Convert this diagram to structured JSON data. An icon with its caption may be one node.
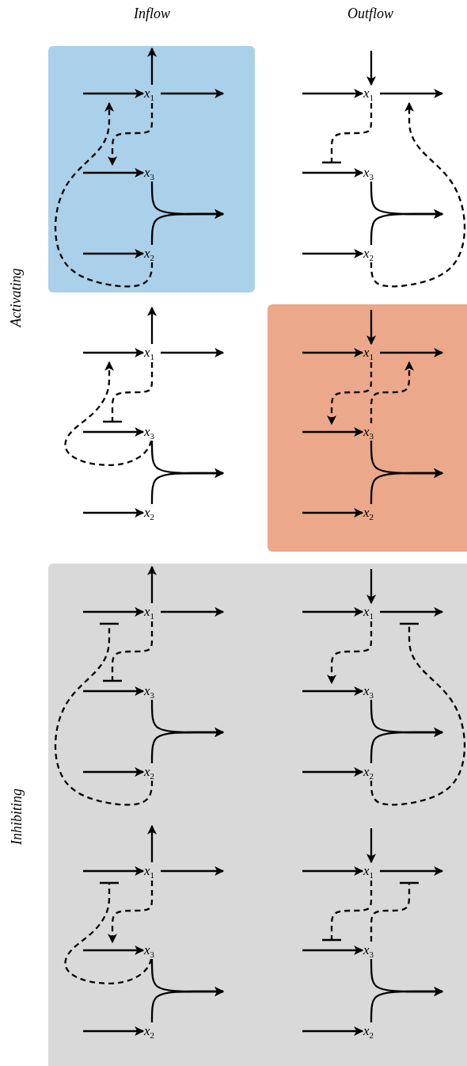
{
  "diagram": {
    "nodes": [
      {
        "text": [
          "*x*$_{1}$"
        ]
      },
      {
        "text": [
          "*x*$_{3}$"
        ]
      },
      {
        "text": [
          "*x*$_{2}$"
        ]
      },
      {
        "text": [
          "*x*$_{1}$"
        ]
      },
      {
        "text": [
          "*x*$_{3}$"
        ]
      },
      {
        "text": [
          "*x*$_{2}$"
        ]
      },
      {
        "text": [
          "*x*$_{1}$"
        ]
      },
      {
        "text": [
          "*x*$_{3}$"
        ]
      },
      {
        "text": [
          "*x*$_{2}$"
        ]
      },
      {
        "text": [
          "*x*$_{1}$"
        ]
      },
      {
        "text": [
          "*x*$_{3}$"
        ]
      },
      {
        "text": [
          "*x*$_{2}$"
        ]
      },
      {
        "text": [
          "*x*$_{1}$"
        ]
      },
      {
        "text": [
          "*x*$_{3}$"
        ]
      },
      {
        "text": [
          "*x*$_{2}$"
        ]
      },
      {
        "text": [
          "*x*$_{1}$"
        ]
      },
      {
        "text": [
          "*x*$_{3}$"
        ]
      },
      {
        "text": [
          "*x*$_{2}$"
        ]
      },
      {
        "text": [
          "*x*$_{1}$"
        ]
      },
      {
        "text": [
          "*x*$_{3}$"
        ]
      },
      {
        "text": [
          "*x*$_{2}$"
        ]
      },
      {
        "text": [
          "*x*$_{1}$"
        ]
      },
      {
        "text": [
          "*x*$_{3}$"
        ]
      },
      {
        "text": [
          "*x*$_{2}$"
        ]
      }
    ],
    "edges": [
      {
        "from": null,
        "to": 0,
        "arrow": "to"
      },
      {
        "from": 0,
        "to": null,
        "arrow": "to"
      },
      {
        "from": 0,
        "to": null,
        "arrow": "to"
      },
      {
        "from": null,
        "to": 1,
        "arrow": "to"
      },
      {
        "from": null,
        "to": 2,
        "arrow": "to"
      },
      {
        "from": 1,
        "to": null,
        "arrow": "to"
      },
      {
        "from": 2,
        "to": null,
        "arrow": "to"
      },
      {
        "from": 0,
        "to": 1,
        "arrow": "to",
        "style": "dashed"
      },
      {
        "from": 2,
        "to": 0,
        "arrow": "to",
        "style": "dashed"
      },
      {
        "from": null,
        "to": 3,
        "arrow": "to"
      },
      {
        "from": 3,
        "to": null,
        "arrow": "to"
      },
      {
        "from": null,
        "to": 3,
        "arrow": "to"
      },
      {
        "from": null,
        "to": 4,
        "arrow": "to"
      },
      {
        "from": null,
        "to": 5,
        "arrow": "to"
      },
      {
        "from": 4,
        "to": null,
        "arrow": "to"
      },
      {
        "from": 5,
        "to": null,
        "arrow": "to"
      },
      {
        "from": 3,
        "to": 4,
        "arrow": "other",
        "style": "dashed"
      },
      {
        "from": 5,
        "to": 3,
        "arrow": "to",
        "style": "dashed"
      },
      {
        "from": null,
        "to": 6,
        "arrow": "to"
      },
      {
        "from": 6,
        "to": null,
        "arrow": "to"
      },
      {
        "from": 6,
        "to": null,
        "arrow": "to"
      },
      {
        "from": null,
        "to": 7,
        "arrow": "to"
      },
      {
        "from": null,
        "to": 8,
        "arrow": "to"
      },
      {
        "from": 7,
        "to": null,
        "arrow": "to"
      },
      {
        "from": 8,
        "to": null,
        "arrow": "to"
      },
      {
        "from": 6,
        "to": 7,
        "arrow": "other",
        "style": "dashed"
      },
      {
        "from": 7,
        "to": 6,
        "arrow": "to",
        "style": "dashed"
      },
      {
        "from": null,
        "to": 9,
        "arrow": "to"
      },
      {
        "from": 9,
        "to": null,
        "arrow": "to"
      },
      {
        "from": null,
        "to": 9,
        "arrow": "to"
      },
      {
        "from": null,
        "to": 10,
        "arrow": "to"
      },
      {
        "from": null,
        "to": 11,
        "arrow": "to"
      },
      {
        "from": 10,
        "to": null,
        "arrow": "to"
      },
      {
        "from": 11,
        "to": null,
        "arrow": "to"
      },
      {
        "from": 9,
        "to": 10,
        "arrow": "to",
        "style": "dashed"
      },
      {
        "from": 10,
        "to": 9,
        "arrow": "to",
        "style": "dashed"
      },
      {
        "from": null,
        "to": 12,
        "arrow": "to"
      },
      {
        "from": 12,
        "to": null,
        "arrow": "to"
      },
      {
        "from": 12,
        "to": null,
        "arrow": "to"
      },
      {
        "from": null,
        "to": 13,
        "arrow": "to"
      },
      {
        "from": null,
        "to": 14,
        "arrow": "to"
      },
      {
        "from": 13,
        "to": null,
        "arrow": "to"
      },
      {
        "from": 14,
        "to": null,
        "arrow": "to"
      },
      {
        "from": 12,
        "to": 13,
        "arrow": "other",
        "style": "dashed"
      },
      {
        "from": 14,
        "to": 12,
        "arrow": "other",
        "style": "dashed"
      },
      {
        "from": null,
        "to": 15,
        "arrow": "to"
      },
      {
        "from": 15,
        "to": null,
        "arrow": "to"
      },
      {
        "from": null,
        "to": 15,
        "arrow": "to"
      },
      {
        "from": null,
        "to": 16,
        "arrow": "to"
      },
      {
        "from": null,
        "to": 17,
        "arrow": "to"
      },
      {
        "from": 16,
        "to": null,
        "arrow": "to"
      },
      {
        "from": 17,
        "to": null,
        "arrow": "to"
      },
      {
        "from": 15,
        "to": 16,
        "arrow": "to",
        "style": "dashed"
      },
      {
        "from": 17,
        "to": 15,
        "arrow": "other",
        "style": "dashed"
      },
      {
        "from": null,
        "to": 18,
        "arrow": "to"
      },
      {
        "from": 18,
        "to": null,
        "arrow": "to"
      },
      {
        "from": 18,
        "to": null,
        "arrow": "to"
      },
      {
        "from": null,
        "to": 19,
        "arrow": "to"
      },
      {
        "from": null,
        "to": 20,
        "arrow": "to"
      },
      {
        "from": 19,
        "to": null,
        "arrow": "to"
      },
      {
        "from": 20,
        "to": null,
        "arrow": "to"
      },
      {
        "from": 18,
        "to": 19,
        "arrow": "to",
        "style": "dashed"
      },
      {
        "from": 19,
        "to": 18,
        "arrow": "other",
        "style": "dashed"
      },
      {
        "from": null,
        "to": 21,
        "arrow": "to"
      },
      {
        "from": 21,
        "to": null,
        "arrow": "to"
      },
      {
        "from": null,
        "to": 21,
        "arrow": "to"
      },
      {
        "from": null,
        "to": 22,
        "arrow": "to"
      },
      {
        "from": null,
        "to": 23,
        "arrow": "to"
      },
      {
        "from": 22,
        "to": null,
        "arrow": "to"
      },
      {
        "from": 23,
        "to": null,
        "arrow": "to"
      },
      {
        "from": 21,
        "to": 22,
        "arrow": "other",
        "style": "dashed"
      },
      {
        "from": 22,
        "to": 21,
        "arrow": "other",
        "style": "dashed"
      }
    ],
    "labels": [
      "Inflow",
      "Outflow",
      "Activating",
      "Inhibiting"
    ]
  }
}
